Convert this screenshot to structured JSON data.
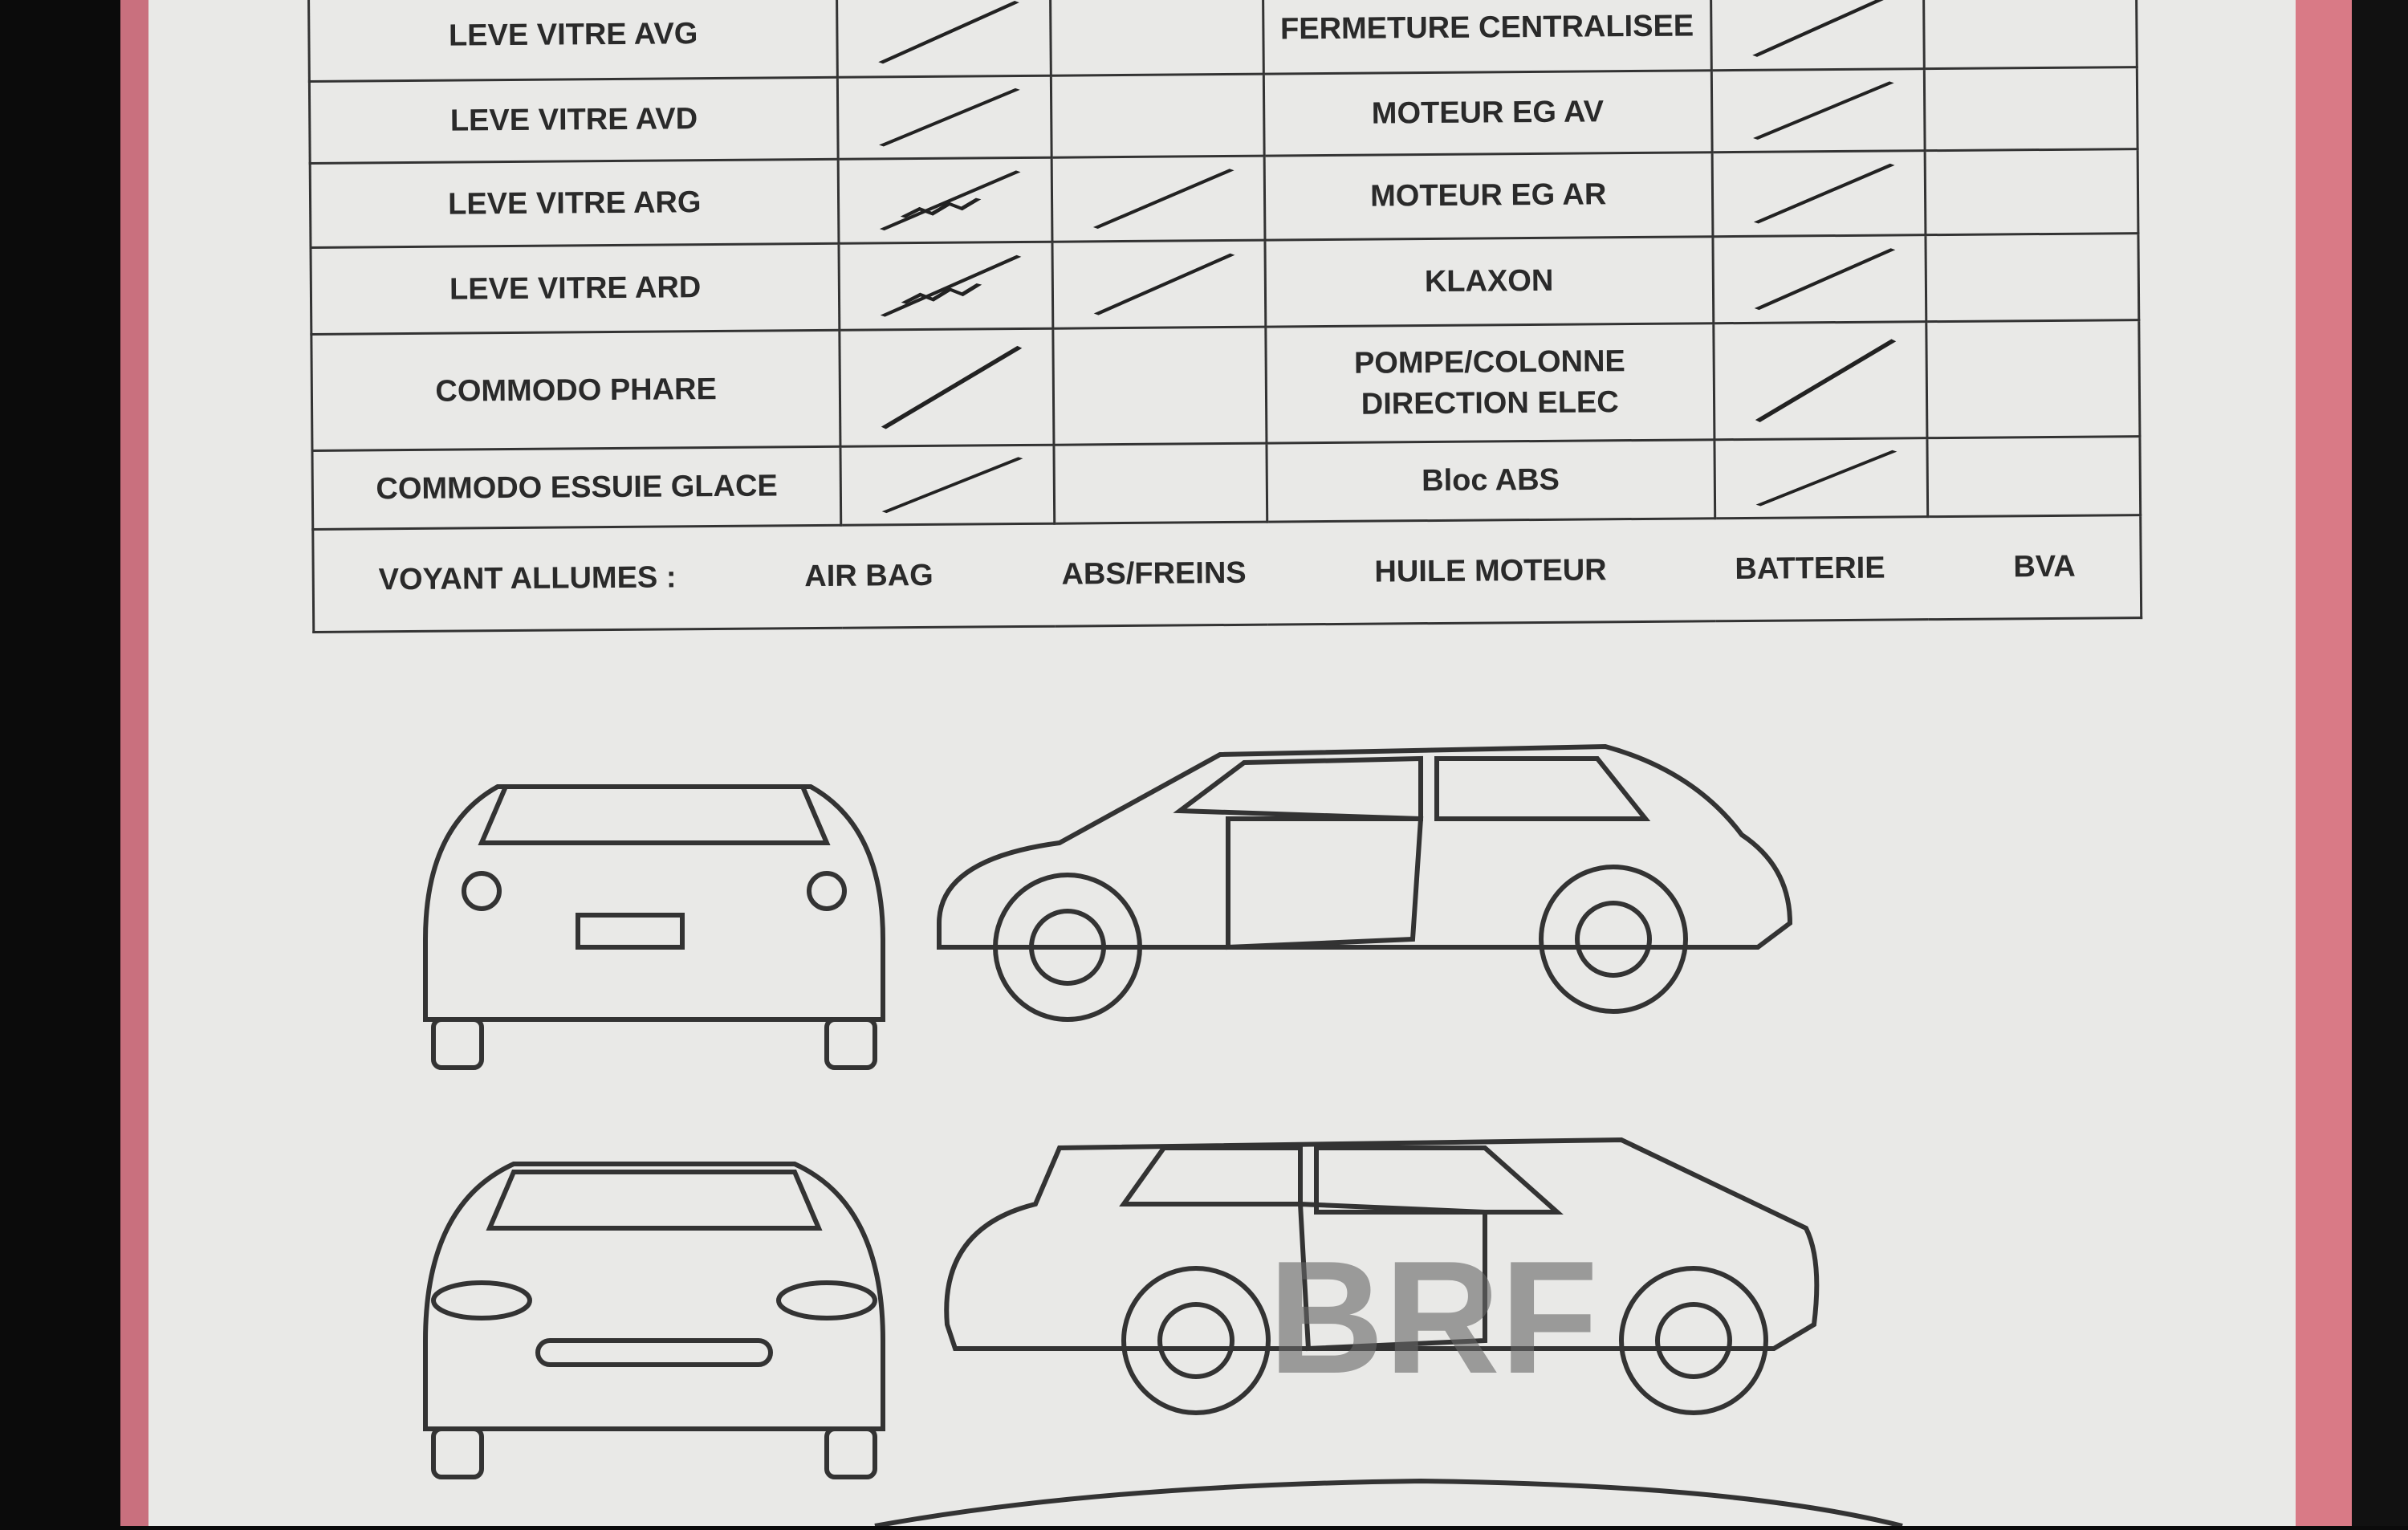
{
  "checklist": {
    "rows": [
      {
        "left_label": "LEVE VITRE AVG",
        "left_checks": [
          true,
          false
        ],
        "right_label": "FERMETURE CENTRALISEE",
        "right_checks": [
          true,
          false
        ]
      },
      {
        "left_label": "LEVE VITRE AVD",
        "left_checks": [
          true,
          false
        ],
        "right_label": "MOTEUR EG AV",
        "right_checks": [
          true,
          false
        ]
      },
      {
        "left_label": "LEVE VITRE ARG",
        "left_checks": [
          true,
          true
        ],
        "right_label": "MOTEUR EG AR",
        "right_checks": [
          true,
          false
        ]
      },
      {
        "left_label": "LEVE VITRE ARD",
        "left_checks": [
          true,
          true
        ],
        "right_label": "KLAXON",
        "right_checks": [
          true,
          false
        ]
      },
      {
        "left_label": "COMMODO PHARE",
        "left_checks": [
          true,
          false
        ],
        "right_label": "POMPE/COLONNE",
        "right_label_2": "DIRECTION ELEC",
        "right_checks": [
          true,
          false
        ]
      },
      {
        "left_label": "COMMODO ESSUIE GLACE",
        "left_checks": [
          true,
          false
        ],
        "right_label": "Bloc ABS",
        "right_checks": [
          true,
          false
        ]
      }
    ],
    "footer": {
      "label": "VOYANT ALLUMES :",
      "items": [
        "AIR BAG",
        "ABS/FREINS",
        "HUILE MOTEUR",
        "BATTERIE",
        "BVA"
      ]
    }
  },
  "diagram": {
    "views": [
      "front-view",
      "left-side-view",
      "rear-view",
      "right-side-view"
    ],
    "watermark": "BRF"
  }
}
